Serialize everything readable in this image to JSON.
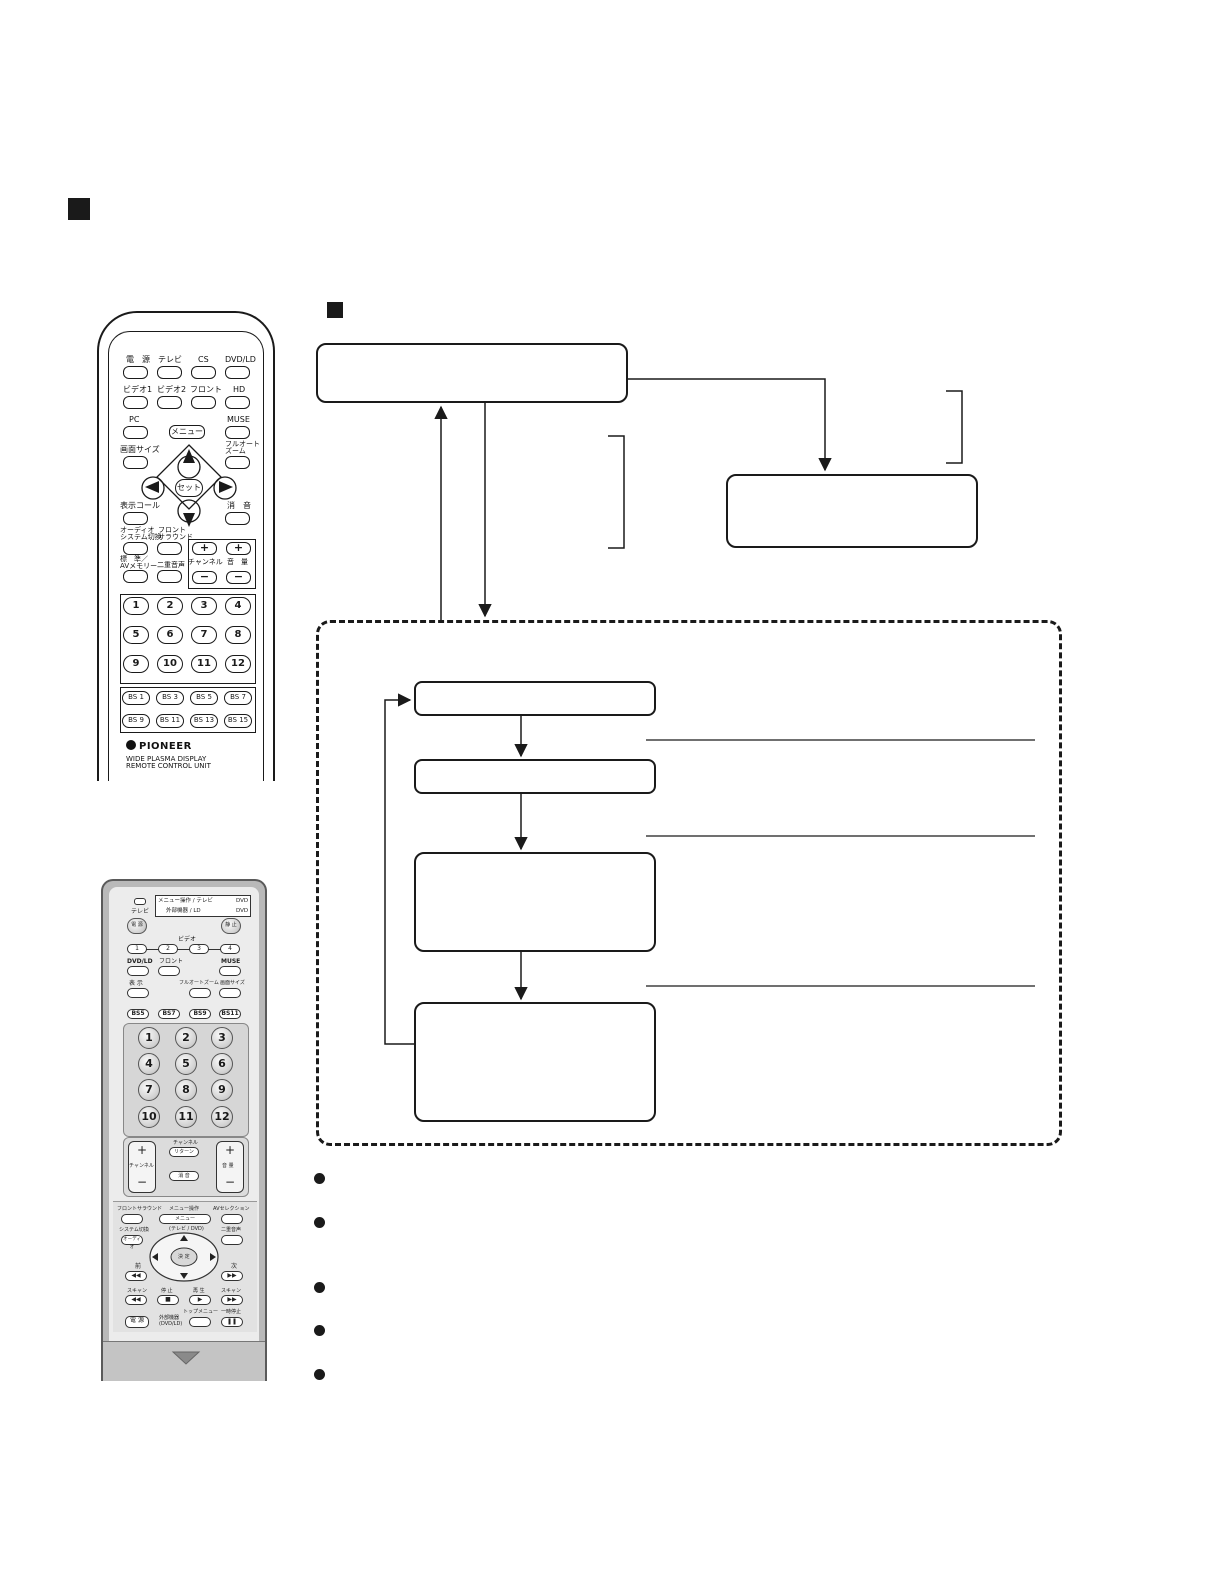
{
  "remote1": {
    "top_row": [
      "電　源",
      "テレビ",
      "CS",
      "DVD/LD"
    ],
    "row2": [
      "ビデオ1",
      "ビデオ2",
      "フロント",
      "HD"
    ],
    "row3_left": "PC",
    "row3_right": "MUSE",
    "menu": "メニュー",
    "screen_size": "画面サイズ",
    "full_auto_zoom": "フルオート\nズーム",
    "set": "セット",
    "display_call": "表示コール",
    "mute": "消　音",
    "audio_system": "オーディオ\nシステム切換",
    "front_surround": "フロント\nサラウンド",
    "standard_av": "標　準／\nAVメモリー",
    "dual_audio": "二重音声",
    "channel": "チャンネル",
    "volume": "音　量",
    "plus": "+",
    "minus": "−",
    "numbers": [
      "1",
      "2",
      "3",
      "4",
      "5",
      "6",
      "7",
      "8",
      "9",
      "10",
      "11",
      "12"
    ],
    "bs_row1": [
      "BS 1",
      "BS 3",
      "BS 5",
      "BS 7"
    ],
    "bs_row2": [
      "BS 9",
      "BS 11",
      "BS 13",
      "BS 15"
    ],
    "brand": "PIONEER",
    "model_line1": "WIDE PLASMA DISPLAY",
    "model_line2": "REMOTE CONTROL UNIT"
  },
  "remote2": {
    "mode_line1": "メニュー操作 / テレビ",
    "mode_line2": "外部機器 / LD",
    "mode_right1": "DVD",
    "mode_right2": "DVD",
    "tv": "テレビ",
    "power": "電 源",
    "stop": "静 止",
    "video": "ビデオ",
    "video_nums": [
      "1",
      "2",
      "3",
      "4"
    ],
    "dvdld": "DVD/LD",
    "front": "フロント",
    "muse": "MUSE",
    "display": "表 示",
    "full_auto_zoom": "フルオートズーム",
    "screen_size": "画面サイズ",
    "bs": [
      "BS5",
      "BS7",
      "BS9",
      "BS11"
    ],
    "numbers": [
      "1",
      "2",
      "3",
      "4",
      "5",
      "6",
      "7",
      "8",
      "9",
      "10",
      "11",
      "12"
    ],
    "channel_return": "チャンネル",
    "return": "リターン",
    "mute": "消 音",
    "channel": "チャンネル",
    "volume": "音 量",
    "plus": "+",
    "minus": "−",
    "front_surround": "フロントサラウンド",
    "menu_op": "メニュー操作",
    "av_selection": "AVセレクション",
    "menu": "メニュー",
    "system_switch": "システム切換",
    "audio": "オーディオ",
    "tv_dvd": "(テレビ / DVD)",
    "dual_audio": "二重音声",
    "enter": "決 定",
    "prev": "前",
    "next": "次",
    "scan": "スキャン",
    "stop2": "停 止",
    "play": "再 生",
    "scan2": "スキャン",
    "power2": "電 源",
    "external": "外部機器\n(DVD/LD)",
    "top_menu": "トップメニュー",
    "pause": "一時停止"
  }
}
